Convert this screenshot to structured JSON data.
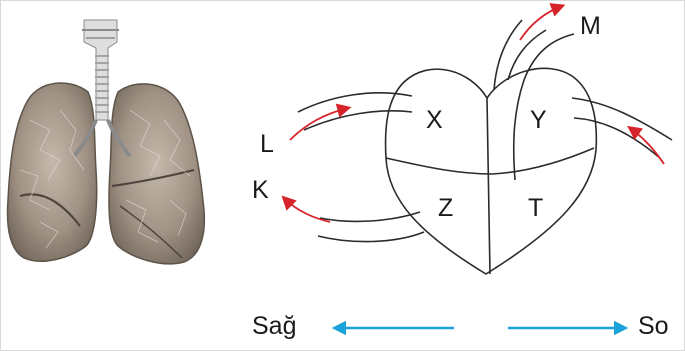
{
  "labels": {
    "x": "X",
    "y": "Y",
    "z": "Z",
    "t": "T",
    "k": "K",
    "l": "L",
    "m": "M"
  },
  "directions": {
    "right": "Sağ",
    "left": "So"
  },
  "colors": {
    "flow_arrow": "#d6232a",
    "direction_arrow": "#1ca3dc",
    "outline": "#2b2b2b",
    "lung_fill": "#9c8f82",
    "trachea_fill": "#d8d8d8"
  },
  "icons": {
    "lungs": "lungs-illustration",
    "heart": "heart-diagram"
  }
}
